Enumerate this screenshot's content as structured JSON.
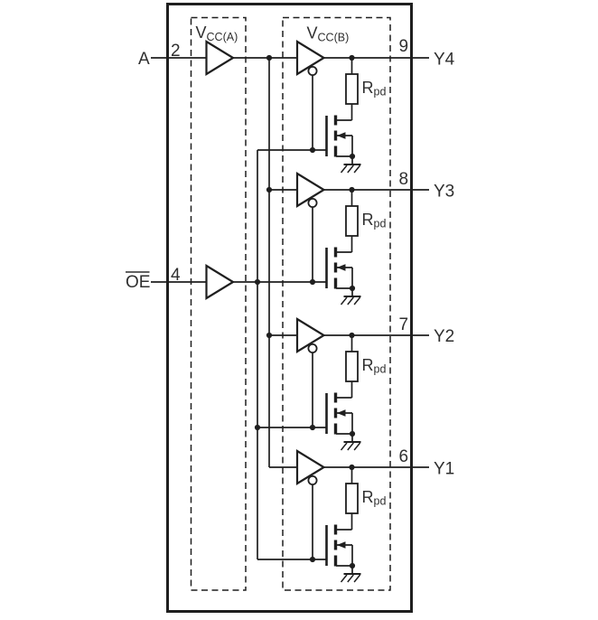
{
  "diagram": {
    "background": "#ffffff",
    "line_color": "#1f1f1f",
    "text_color": "#2f2f2f",
    "inputs": [
      {
        "name": "A",
        "pin": "2",
        "overline": false
      },
      {
        "name": "OE",
        "pin": "4",
        "overline": true
      }
    ],
    "outputs": [
      {
        "name": "Y4",
        "pin": "9"
      },
      {
        "name": "Y3",
        "pin": "8"
      },
      {
        "name": "Y2",
        "pin": "7"
      },
      {
        "name": "Y1",
        "pin": "6"
      }
    ],
    "supply_a": {
      "base": "V",
      "sub": "CC(A)"
    },
    "supply_b": {
      "base": "V",
      "sub": "CC(B)"
    },
    "pulldown_resistor": {
      "base": "R",
      "sub": "pd"
    }
  }
}
